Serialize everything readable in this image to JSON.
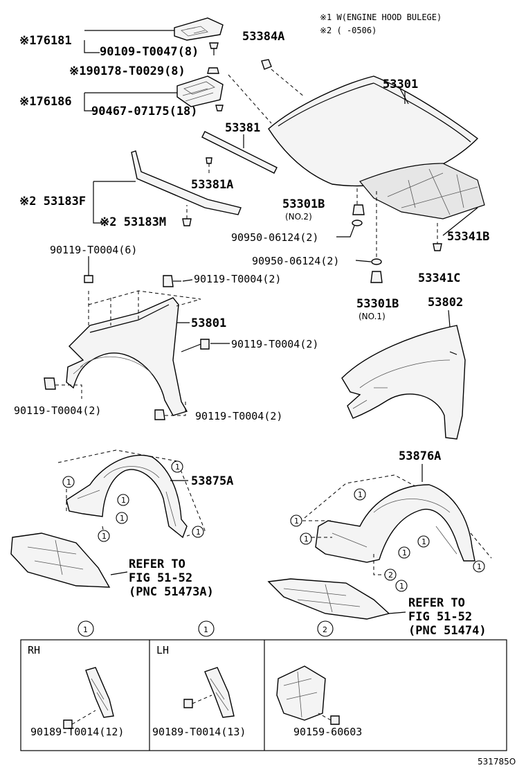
{
  "notes": {
    "note1": "※1 W(ENGINE HOOD BULEGE)",
    "note2": "※2 (     -0506)"
  },
  "labels": {
    "p176181": "※176181",
    "p90109": "90109-T0047(8)",
    "p190178": "※190178-T0029(8)",
    "p176186": "※176186",
    "p90467": "90467-07175(18)",
    "p53384A": "53384A",
    "p53301": "53301",
    "p53381": "53381",
    "p53381A": "53381A",
    "p53183F": "※2 53183F",
    "p53183M": "※2 53183M",
    "p53301B_2": "53301B",
    "no2": "(NO.2)",
    "p90950a": "90950-06124(2)",
    "p90950b": "90950-06124(2)",
    "p53341B": "53341B",
    "p53341C": "53341C",
    "p53301B_1": "53301B",
    "no1": "(NO.1)",
    "p53802": "53802",
    "p90119a": "90119-T0004(6)",
    "p90119b": "90119-T0004(2)",
    "p53801": "53801",
    "p90119c": "90119-T0004(2)",
    "p90119d": "90119-T0004(2)",
    "p90119e": "90119-T0004(2)",
    "p53876A": "53876A",
    "p53875A": "53875A",
    "refer1a": "REFER TO",
    "refer1b": "FIG 51-52",
    "refer1c": "(PNC 51473A)",
    "refer2a": "REFER TO",
    "refer2b": "FIG 51-52",
    "refer2c": "(PNC 51474)"
  },
  "callouts": {
    "one": "1",
    "two": "2"
  },
  "detail_boxes": {
    "rh": "RH",
    "lh": "LH",
    "rh_part": "90189-T0014(12)",
    "lh_part": "90189-T0014(13)",
    "c2_part": "90159-60603",
    "rh_callout": "1",
    "lh_callout": "1",
    "c2_callout": "2"
  },
  "footer": {
    "code": "531785O"
  }
}
